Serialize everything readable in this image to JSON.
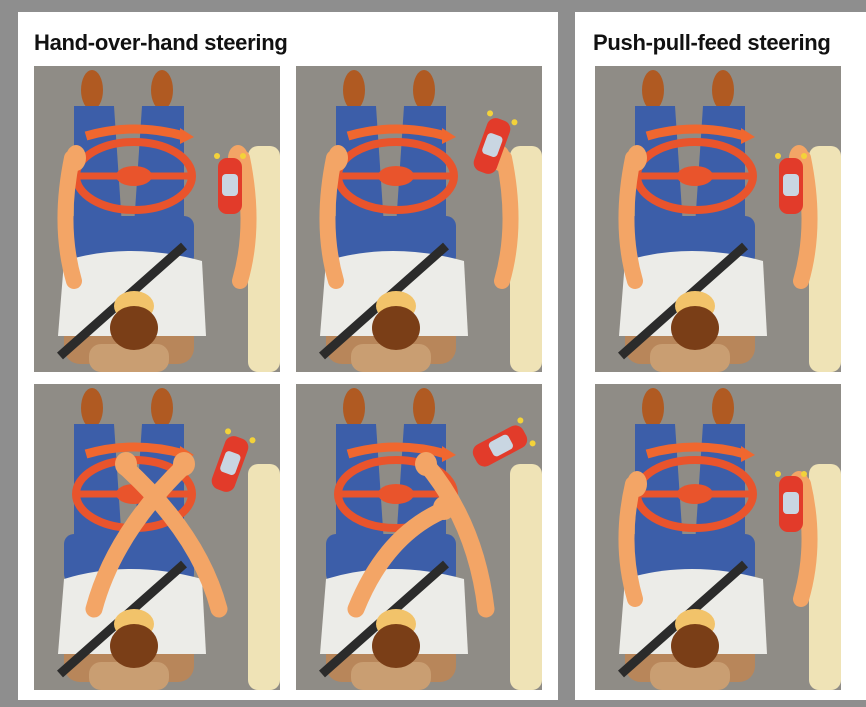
{
  "panels": [
    {
      "title": "Hand-over-hand steering"
    },
    {
      "title": "Push-pull-feed steering"
    }
  ],
  "colors": {
    "road": "#8f8c86",
    "curb": "#efe3b6",
    "wheel": "#e9542c",
    "arrow": "#f0672f",
    "jeans": "#3c5ea9",
    "shirt": "#ecece8",
    "skin": "#f3a566",
    "hair": "#7a3e17",
    "seat": "#b8865a",
    "shoe": "#b05a22",
    "car": "#e23b2a"
  },
  "figures": [
    {
      "panel": 0,
      "step": 1,
      "hands": "both-sides-top",
      "car": "straight"
    },
    {
      "panel": 0,
      "step": 2,
      "hands": "both-sides-top",
      "car": "tilted"
    },
    {
      "panel": 0,
      "step": 3,
      "hands": "crossed",
      "car": "tilted"
    },
    {
      "panel": 0,
      "step": 4,
      "hands": "crossed-low",
      "car": "turned"
    },
    {
      "panel": 1,
      "step": 1,
      "hands": "both-sides-top",
      "car": "straight"
    },
    {
      "panel": 1,
      "step": 2,
      "hands": "both-sides-mid",
      "car": "straight"
    }
  ]
}
